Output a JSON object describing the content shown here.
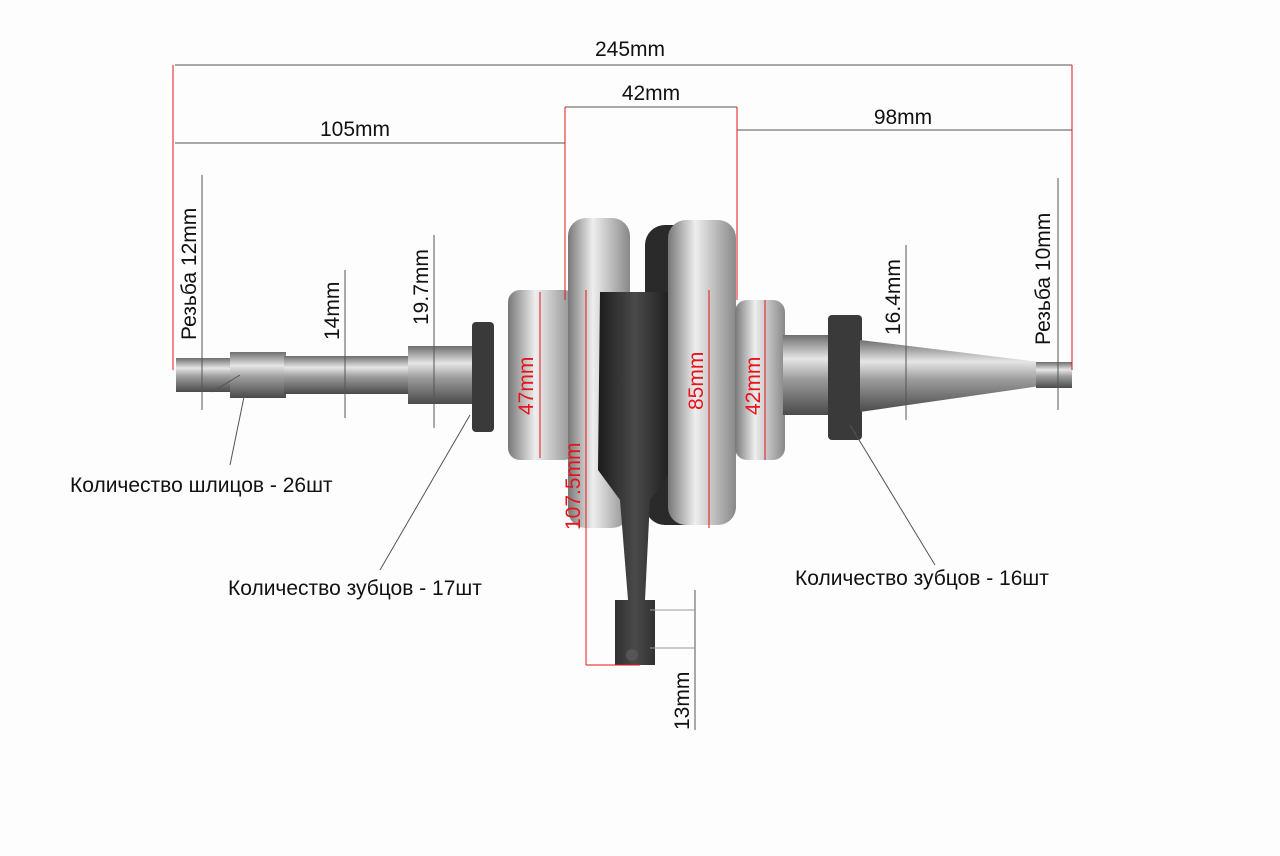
{
  "dimensions": {
    "total_length": "245mm",
    "center_width": "42mm",
    "left_length": "105mm",
    "right_length": "98mm",
    "left_thread": "Резьба 12mm",
    "left_shaft_diameter": "14mm",
    "left_step_diameter": "19.7mm",
    "right_shaft_diameter": "16.4mm",
    "right_thread": "Резьба 10mm",
    "left_bearing": "47mm",
    "rod_length": "107.5mm",
    "web_diameter": "85mm",
    "right_bearing": "42mm",
    "small_end": "13mm"
  },
  "callouts": {
    "splines": "Количество шлицов - 26шт",
    "left_sprocket": "Количество зубцов - 17шт",
    "right_sprocket": "Количество зубцов - 16шт"
  },
  "colors": {
    "dimension_red": "#e8141b",
    "metal": "#9a9a9a",
    "cast": "#2b2b2b"
  }
}
